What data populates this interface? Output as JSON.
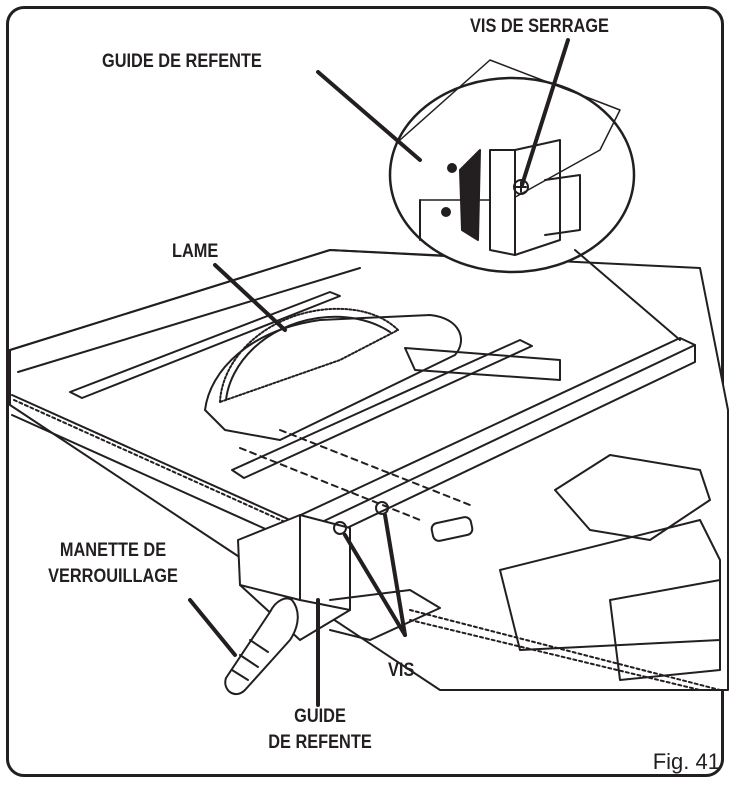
{
  "labels": {
    "rip_fence_top": "GUIDE DE REFENTE",
    "clamp_screw": "VIS DE SERRAGE",
    "blade": "LAME",
    "lock_handle_line1": "MANETTE DE",
    "lock_handle_line2": "VERROUILLAGE",
    "screws": "VIS",
    "rip_fence_bottom_line1": "GUIDE",
    "rip_fence_bottom_line2": "DE REFENTE"
  },
  "figure": "Fig. 41",
  "colors": {
    "ink": "#231f20",
    "paper": "#ffffff"
  }
}
